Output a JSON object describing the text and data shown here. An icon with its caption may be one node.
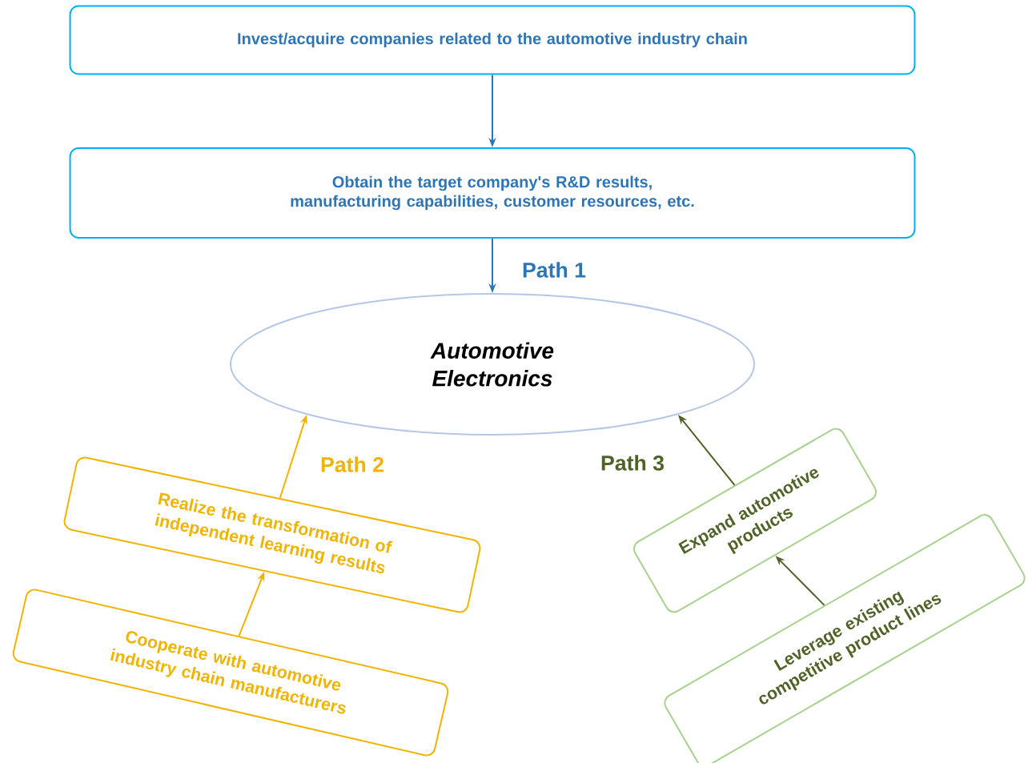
{
  "diagram": {
    "nodes": [
      {
        "text": [
          "Invest/acquire companies related to the automotive industry chain"
        ]
      },
      {
        "text": [
          "Obtain the target company's R&D results, manufacturing capabilities, customer resources, etc."
        ]
      },
      {
        "text": [
          "Automotive Electronics"
        ]
      },
      {
        "text": [
          "Realize the transformation of independent learning results"
        ]
      },
      {
        "text": [
          "Cooperate with automotive industry chain manufacturers"
        ]
      },
      {
        "text": [
          "Expand automotive products"
        ]
      },
      {
        "text": [
          "Leverage existing competitive product lines"
        ]
      }
    ],
    "edges": [
      {
        "from": 0,
        "to": 1,
        "arrow": "to",
        "color": "#2e75b6"
      },
      {
        "from": 1,
        "to": 2,
        "arrow": "to",
        "label": "Path 1",
        "color": "#2e75b6"
      },
      {
        "from": 3,
        "to": 2,
        "arrow": "to",
        "label": "Path 2",
        "color": "#f0b400"
      },
      {
        "from": 4,
        "to": 3,
        "arrow": "to",
        "color": "#f0b400"
      },
      {
        "from": 5,
        "to": 2,
        "arrow": "to",
        "label": "Path 3",
        "color": "#4f6228"
      },
      {
        "from": 6,
        "to": 5,
        "arrow": "to",
        "color": "#4f6228"
      }
    ]
  }
}
